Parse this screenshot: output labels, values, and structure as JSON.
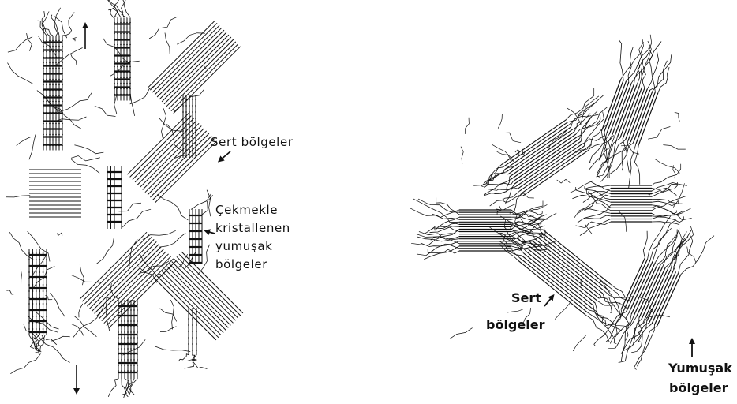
{
  "panel_left": {
    "labels": {
      "hard": "Sert bölgeler",
      "soft_1": "Çekmekle",
      "soft_2": "kristallenen",
      "soft_3": "yumuşak",
      "soft_4": "bölgeler"
    }
  },
  "panel_right": {
    "labels": {
      "hard_1": "Sert",
      "hard_2": "bölgeler",
      "soft_1": "Yumuşak",
      "soft_2": "bölgeler"
    }
  },
  "colors": {
    "ink": "#111111",
    "paper": "#ffffff"
  }
}
